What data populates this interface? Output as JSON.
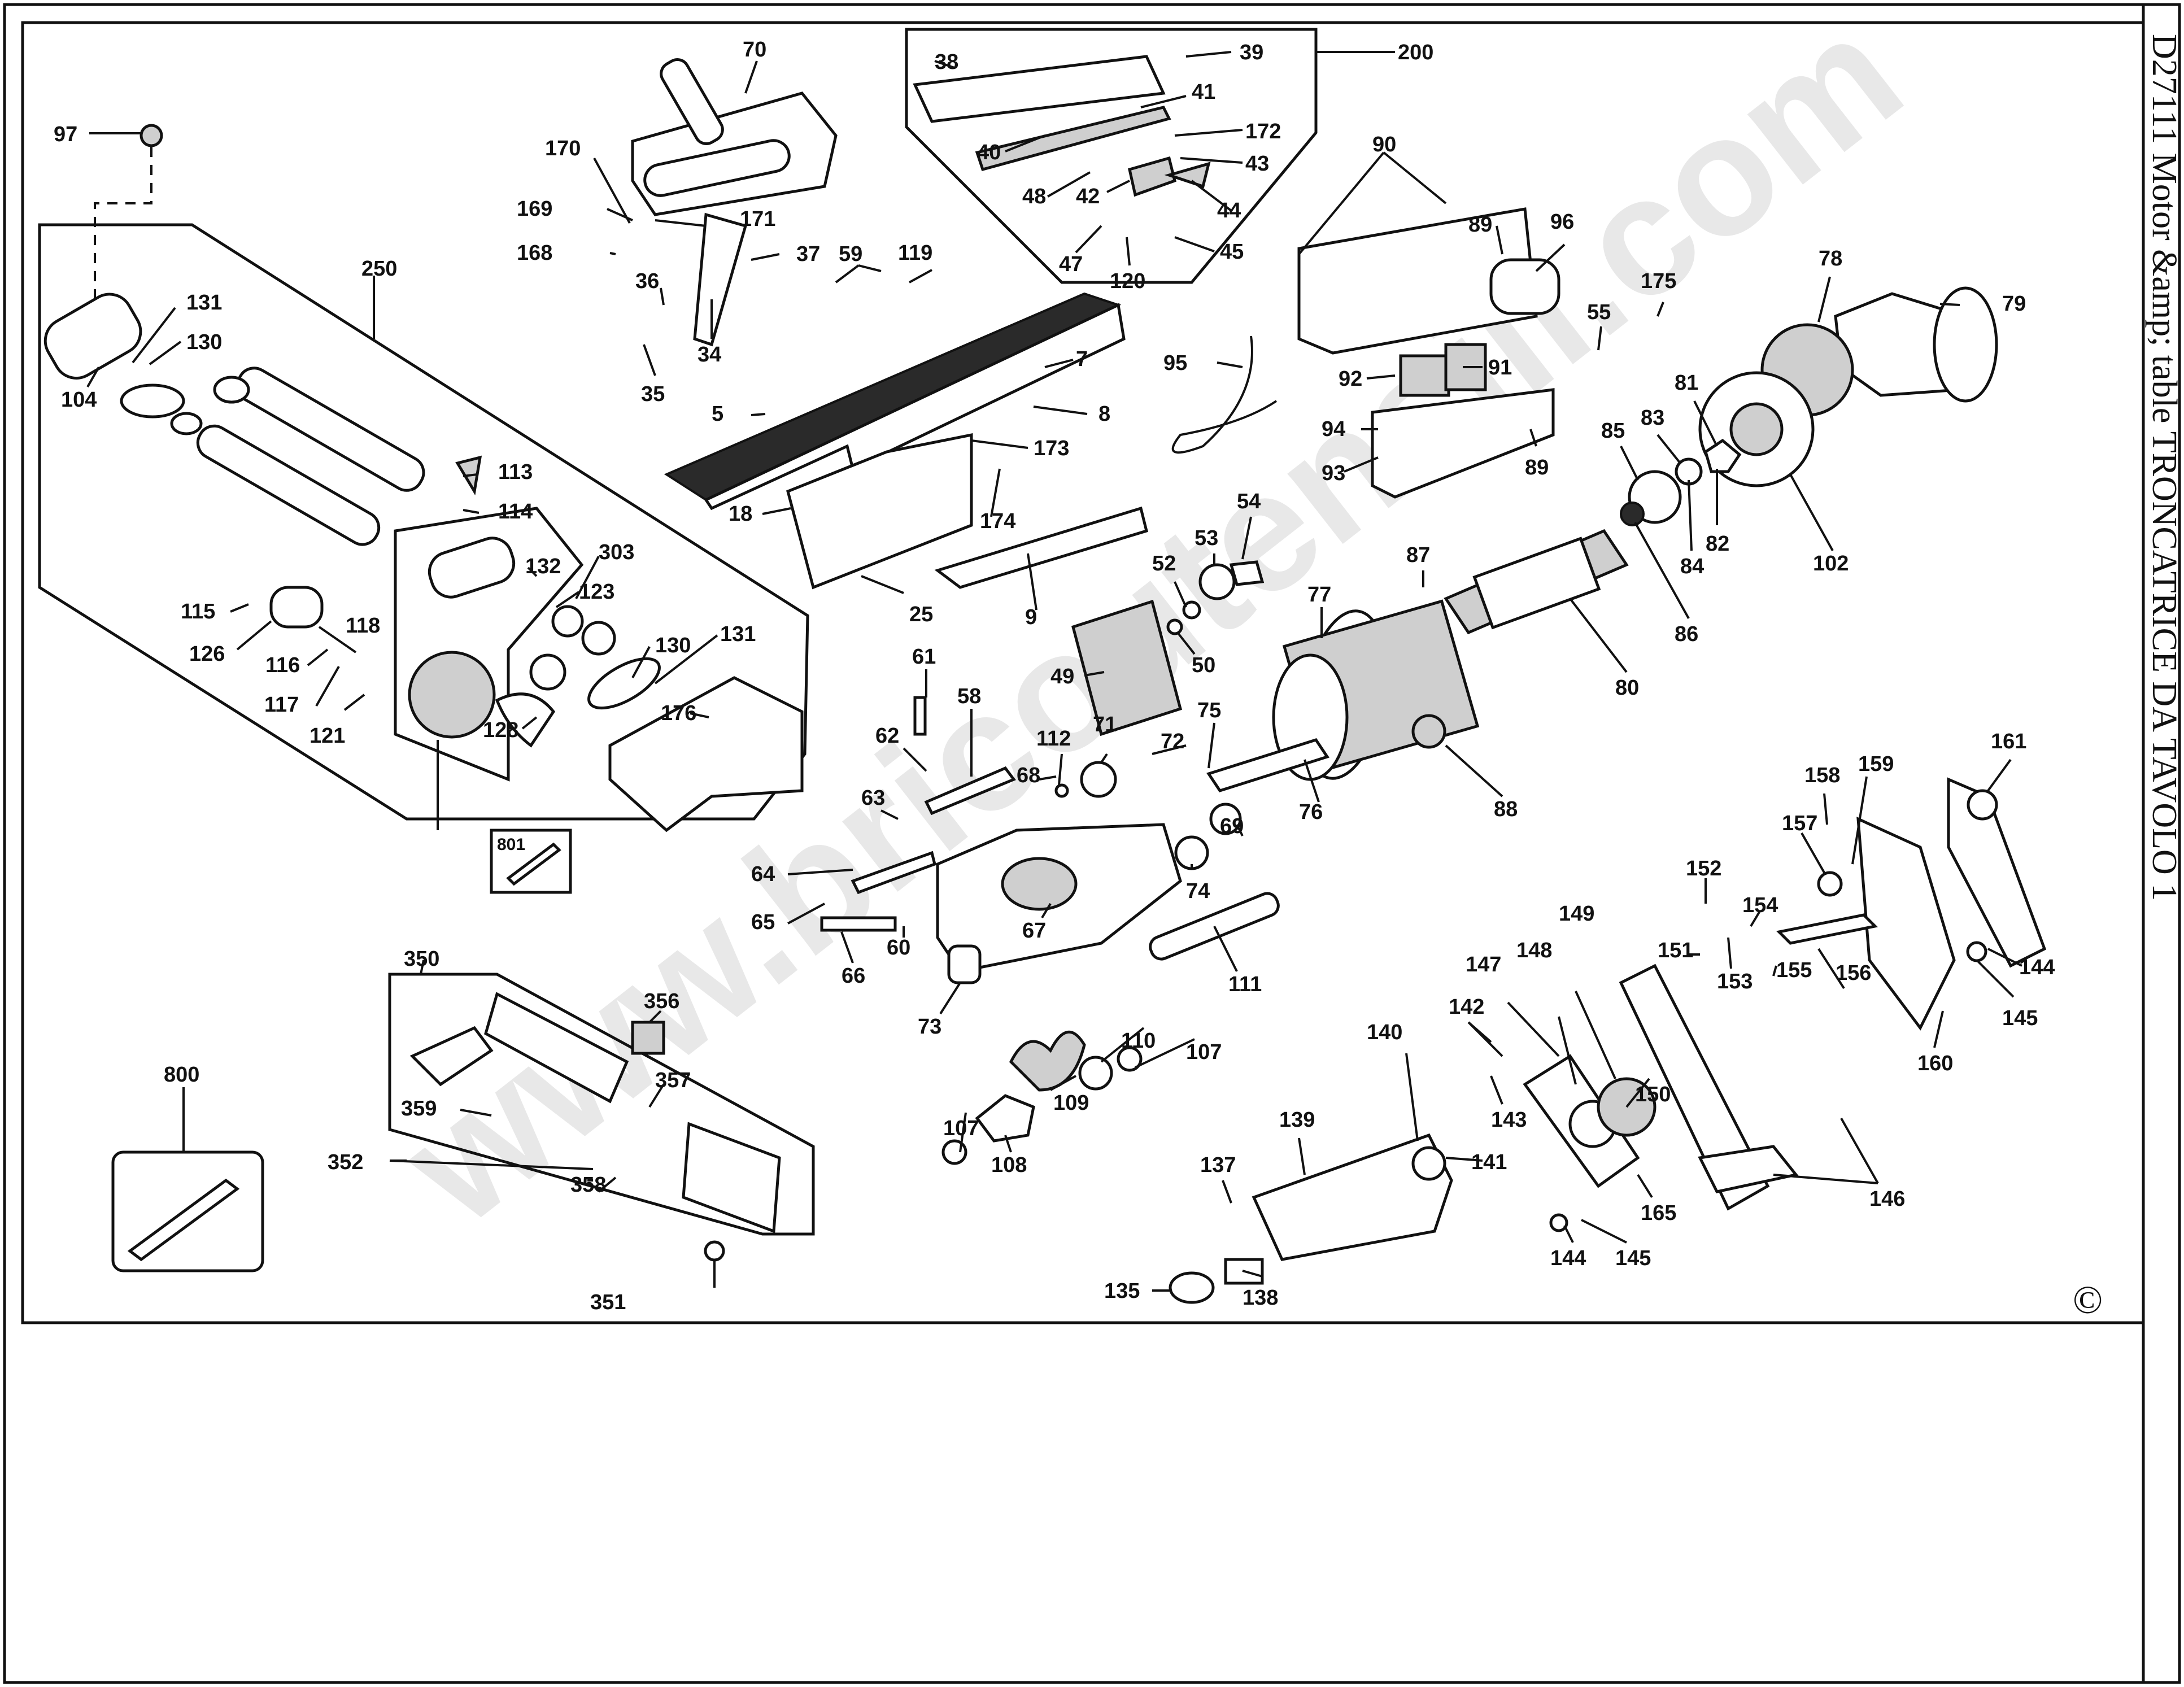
{
  "title": "D27111 Motor &amp; table TRONCATRICE DA TAVOLO 1",
  "watermark": "www.bricoutensili.com",
  "copyright_symbol": "©",
  "colors": {
    "ink": "#111111",
    "watermark": "#9a9a9a",
    "background": "#ffffff"
  },
  "labels": {
    "p97": "97",
    "p250": "250",
    "p131a": "131",
    "p130a": "130",
    "p104": "104",
    "p113": "113",
    "p114": "114",
    "p132": "132",
    "p303": "303",
    "p123": "123",
    "p115": "115",
    "p126": "126",
    "p116": "116",
    "p118": "118",
    "p117": "117",
    "p121": "121",
    "p128": "128",
    "p130b": "130",
    "p131b": "131",
    "p176": "176",
    "p801": "801",
    "p70": "70",
    "p170": "170",
    "p169": "169",
    "p171": "171",
    "p168": "168",
    "p37": "37",
    "p36": "36",
    "p34": "34",
    "p35": "35",
    "p59": "59",
    "p119": "119",
    "p5": "5",
    "p7": "7",
    "p8": "8",
    "p173": "173",
    "p18": "18",
    "p174": "174",
    "p25": "25",
    "p9": "9",
    "p38": "38",
    "p39": "39",
    "p200": "200",
    "p41": "41",
    "p40": "40",
    "p172": "172",
    "p48": "48",
    "p42": "42",
    "p43": "43",
    "p44": "44",
    "p47": "47",
    "p120": "120",
    "p45": "45",
    "p90": "90",
    "p89a": "89",
    "p96": "96",
    "p95": "95",
    "p92": "92",
    "p91": "91",
    "p55": "55",
    "p175": "175",
    "p78": "78",
    "p79": "79",
    "p94": "94",
    "p93": "93",
    "p89b": "89",
    "p81": "81",
    "p85": "85",
    "p83": "83",
    "p82": "82",
    "p84": "84",
    "p86": "86",
    "p102": "102",
    "p54": "54",
    "p53": "53",
    "p52": "52",
    "p87": "87",
    "p77": "77",
    "p50": "50",
    "p49": "49",
    "p80": "80",
    "p61": "61",
    "p58": "58",
    "p62": "62",
    "p112": "112",
    "p71": "71",
    "p72": "72",
    "p75": "75",
    "p68": "68",
    "p63": "63",
    "p69": "69",
    "p76": "76",
    "p88": "88",
    "p64": "64",
    "p74": "74",
    "p65": "65",
    "p60": "60",
    "p67": "67",
    "p66": "66",
    "p73": "73",
    "p111": "111",
    "p110": "110",
    "p107a": "107",
    "p109": "109",
    "p107b": "107",
    "p108": "108",
    "p350": "350",
    "p356": "356",
    "p357": "357",
    "p359": "359",
    "p352": "352",
    "p358": "358",
    "p351": "351",
    "p800": "800",
    "p161": "161",
    "p158": "158",
    "p159": "159",
    "p157": "157",
    "p152": "152",
    "p154": "154",
    "p151": "151",
    "p153": "153",
    "p155": "155",
    "p156": "156",
    "p149": "149",
    "p147": "147",
    "p148": "148",
    "p142": "142",
    "p140": "140",
    "p143": "143",
    "p141": "141",
    "p150": "150",
    "p144a": "144",
    "p145a": "145",
    "p160": "160",
    "p139": "139",
    "p137": "137",
    "p135": "135",
    "p138": "138",
    "p144b": "144",
    "p145b": "145",
    "p165": "165",
    "p146": "146"
  }
}
